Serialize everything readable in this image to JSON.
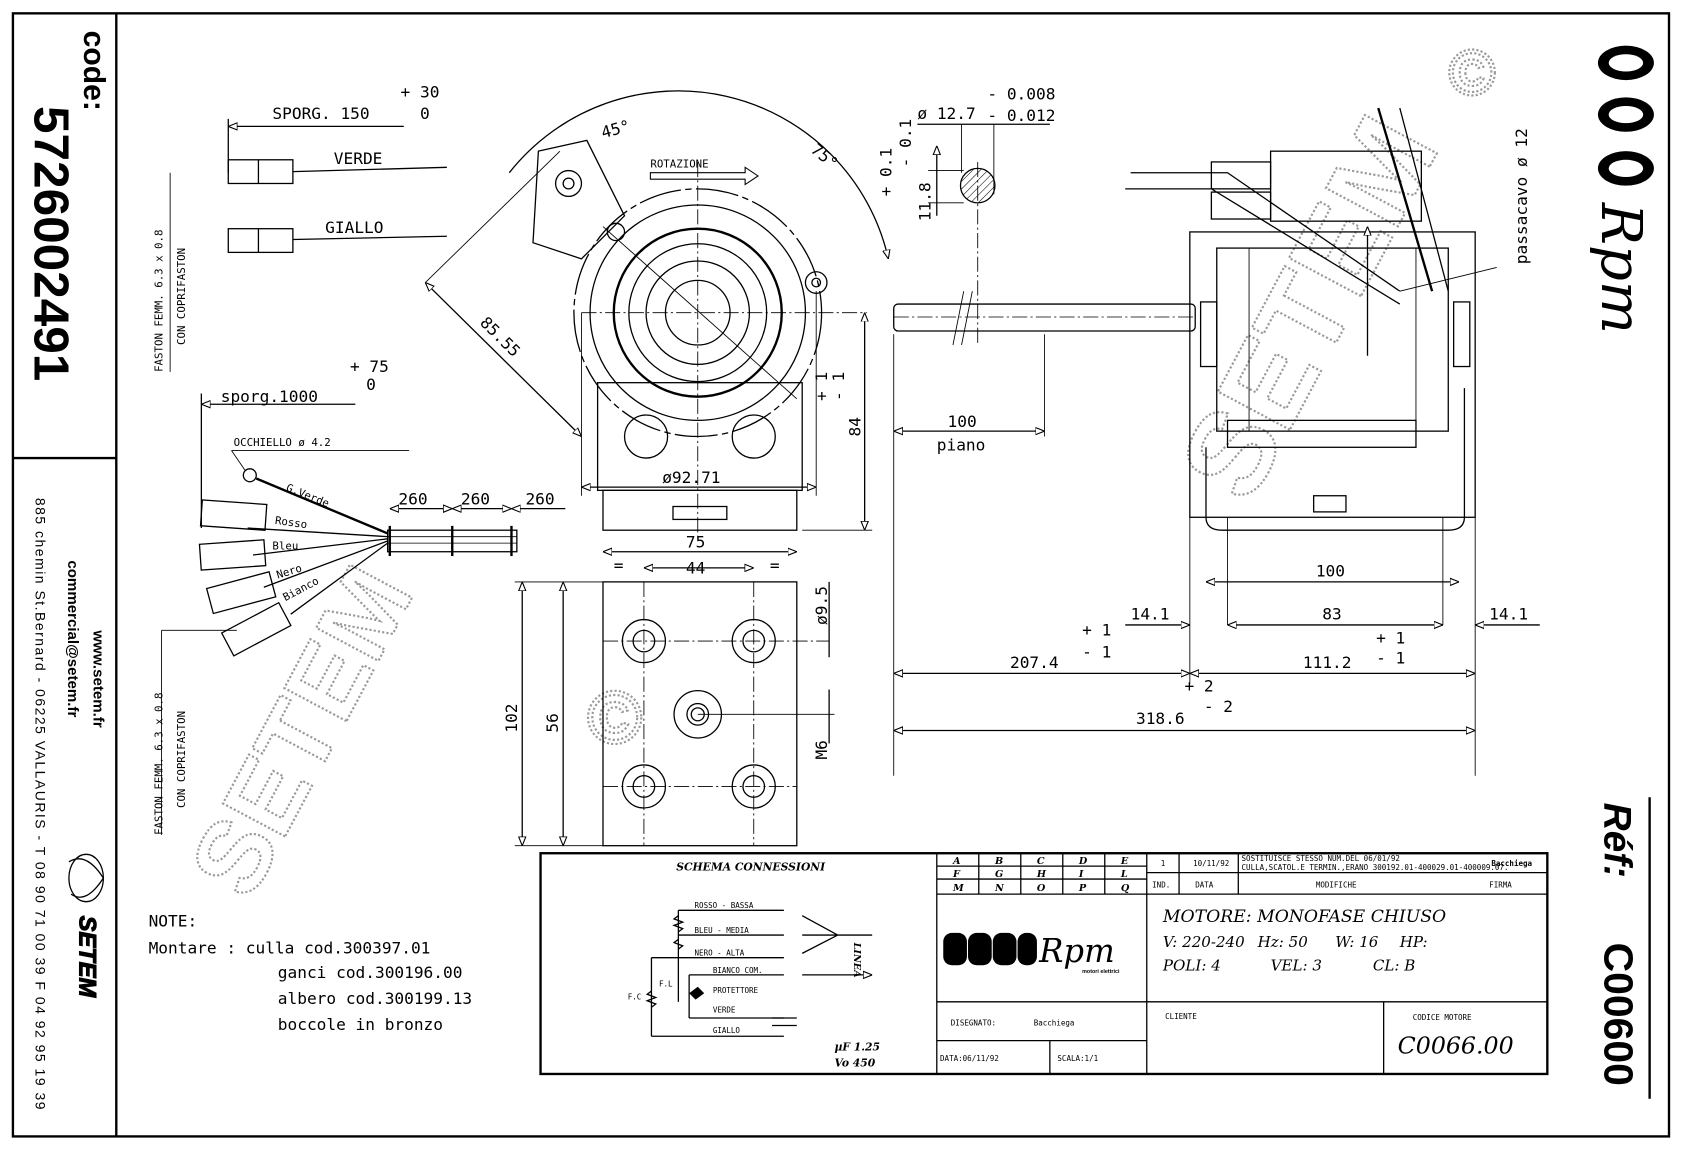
{
  "side_panel": {
    "code_label": "code:",
    "code_value": "5726002491",
    "website": "www.setem.fr",
    "email": "commercial@setem.fr",
    "address": "885 chemin St.Bernard - 06225 VALLAURIS - T 08 90 71 00 39  F 04 92 95 19 39",
    "company_logo": "SETEM"
  },
  "right_panel": {
    "brand_logo": "Rpm",
    "ref_label": "Réf:",
    "ref_value": "C00600"
  },
  "watermark": {
    "text": "SETEM",
    "symbol": "©"
  },
  "wires_top": {
    "sporg_label": "SPORG. 150",
    "sporg_tol_plus": "+ 30",
    "sporg_tol_minus": "0",
    "wire1": "VERDE",
    "wire2": "GIALLO",
    "faston_label": "FASTON FEMM. 6.3 x 0.8",
    "faston_sub": "CON COPRIFASTON"
  },
  "wires_bundle": {
    "sporg_label": "sporg.1000",
    "sporg_tol_plus": "+ 75",
    "sporg_tol_minus": "0",
    "occhiello": "OCCHIELLO ø 4.2",
    "colors": [
      "G.Verde",
      "Rosso",
      "Bleu",
      "Nero",
      "Bianco"
    ],
    "spacing": [
      "260",
      "260",
      "260"
    ],
    "faston_label": "FASTON FEMM. 6.3 x 0.8",
    "faston_sub": "CON COPRIFASTON"
  },
  "front_view": {
    "angle1": "45°",
    "angle2": "75°",
    "rotation": "ROTAZIONE",
    "diag_dim": "85.55",
    "diameter": "ø92.71",
    "height": "84",
    "height_tol_plus": "+ 1",
    "height_tol_minus": "- 1"
  },
  "shaft_view": {
    "diameter": "ø 12.7",
    "tol_upper": "- 0.008",
    "tol_lower": "- 0.012",
    "flat": "11.8",
    "flat_tol_plus": "+ 0.1",
    "flat_tol_minus": "- 0.1",
    "piano_dim": "100",
    "piano_label": "piano"
  },
  "side_view": {
    "passacavo": "passacavo ø 12",
    "width_100": "100",
    "dim_14_left": "14.1",
    "dim_83": "83",
    "dim_14_right": "14.1",
    "dim_207": "207.4",
    "dim_207_tol_plus": "+ 1",
    "dim_207_tol_minus": "- 1",
    "dim_111": "111.2",
    "dim_111_tol_plus": "+ 1",
    "dim_111_tol_minus": "- 1",
    "dim_318": "318.6",
    "dim_318_tol_plus": "+ 2",
    "dim_318_tol_minus": "- 2"
  },
  "plate_view": {
    "width": "75",
    "inner": "44",
    "equal": "=",
    "height": "102",
    "spacing": "56",
    "hole": "ø9.5",
    "thread": "M6"
  },
  "notes": {
    "title": "NOTE:",
    "lines": [
      "Montare : culla cod.300397.01",
      "ganci cod.300196.00",
      "albero cod.300199.13",
      "boccole in bronzo"
    ]
  },
  "title_block": {
    "schema": {
      "title": "SCHEMA CONNESSIONI",
      "rosso": "ROSSO - BASSA",
      "bleu": "BLEU - MEDIA",
      "nero": "NERO - ALTA",
      "bianco": "BIANCO COM.",
      "protettore": "PROTETTORE",
      "verde": "VERDE",
      "giallo": "GIALLO",
      "fc": "F.C",
      "fl": "F.L",
      "linea": "LINEA",
      "cap_uf": "µF 1.25",
      "cap_v": "Vo 450"
    },
    "grid": [
      [
        "A",
        "B",
        "C",
        "D",
        "E"
      ],
      [
        "F",
        "G",
        "H",
        "I",
        "L"
      ],
      [
        "M",
        "N",
        "O",
        "P",
        "Q"
      ]
    ],
    "logo": "Rpm",
    "logo_sub": "motori elettrici",
    "disegnato_label": "DISEGNATO:",
    "disegnato_value": "Bacchiega",
    "data": "DATA:06/11/92",
    "scala": "SCALA:1/1",
    "revision": {
      "ind": "1",
      "date": "10/11/92",
      "mod_line1": "SOSTITUISCE STESSO NUM.DEL 06/01/92",
      "mod_line2": "CULLA,SCATOL.E TERMIN.,ERANO 300192.01-400029.01-400009.07.",
      "firma": "Bacchiega"
    },
    "headers": {
      "ind": "IND.",
      "data": "DATA",
      "modifiche": "MODIFICHE",
      "firma": "FIRMA"
    },
    "motor_title": "MOTORE: MONOFASE CHIUSO",
    "specs_line1": {
      "v": "V: 220-240",
      "hz": "Hz: 50",
      "w": "W: 16",
      "hp": "HP:"
    },
    "specs_line2": {
      "poli": "POLI: 4",
      "vel": "VEL: 3",
      "cl": "CL: B"
    },
    "cliente_label": "CLIENTE",
    "codice_label": "CODICE MOTORE",
    "codice_value": "C0066.00"
  }
}
